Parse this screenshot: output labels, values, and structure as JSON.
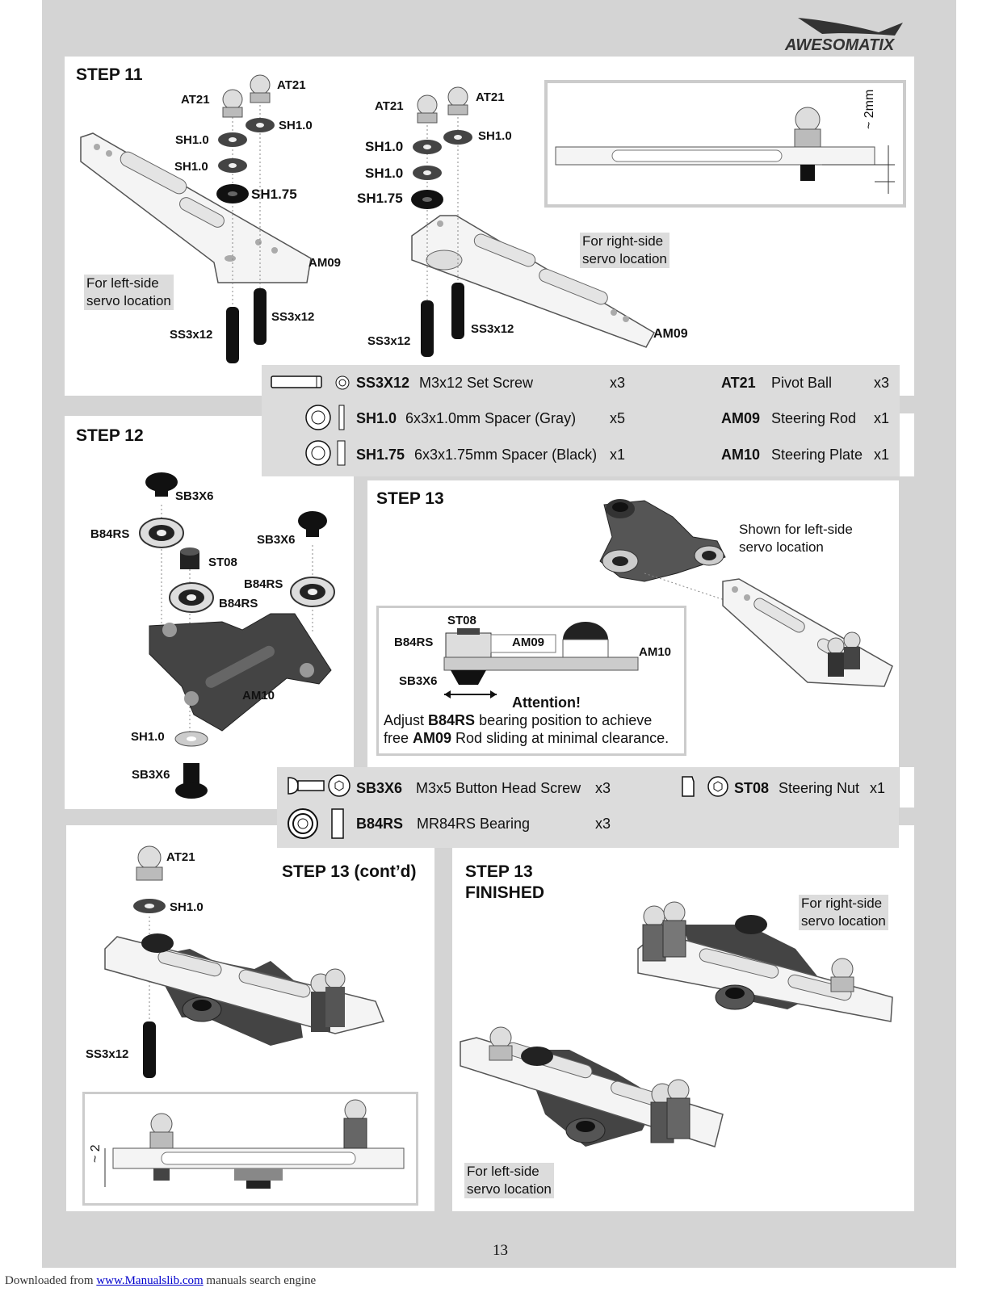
{
  "brand": "AWESOMATIX",
  "step11": {
    "title": "STEP 11",
    "labels": {
      "at21_a": "AT21",
      "at21_b": "AT21",
      "at21_c": "AT21",
      "at21_d": "AT21",
      "sh10_a": "SH1.0",
      "sh10_b": "SH1.0",
      "sh10_c": "SH1.0",
      "sh10_d": "SH1.0",
      "sh10_e": "SH1.0",
      "sh10_f": "SH1.0",
      "sh175_a": "SH1.75",
      "sh175_b": "SH1.75",
      "am09_a": "AM09",
      "am09_b": "AM09",
      "ss_a": "SS3x12",
      "ss_b": "SS3x12",
      "ss_c": "SS3x12",
      "ss_d": "SS3x12"
    },
    "note_left": "For left-side\nservo location",
    "note_right": "For right-side\nservo location",
    "detail_dim": "~ 2mm"
  },
  "parts1": [
    {
      "code": "SS3X12",
      "desc": "M3x12 Set Screw",
      "qty": "x3"
    },
    {
      "code": "SH1.0",
      "desc": "6x3x1.0mm Spacer (Gray)",
      "qty": "x5"
    },
    {
      "code": "SH1.75",
      "desc": "6x3x1.75mm Spacer (Black)",
      "qty": "x1"
    }
  ],
  "parts1_right": [
    {
      "code": "AT21",
      "desc": "Pivot Ball",
      "qty": "x3"
    },
    {
      "code": "AM09",
      "desc": "Steering Rod",
      "qty": "x1"
    },
    {
      "code": "AM10",
      "desc": "Steering Plate",
      "qty": "x1"
    }
  ],
  "step12": {
    "title": "STEP 12",
    "labels": {
      "sb_a": "SB3X6",
      "sb_b": "SB3X6",
      "sb_c": "SB3X6",
      "b84_a": "B84RS",
      "b84_b": "B84RS",
      "b84_c": "B84RS",
      "st08": "ST08",
      "am10": "AM10",
      "sh10": "SH1.0"
    }
  },
  "step13": {
    "title": "STEP 13",
    "note": "Shown for left-side\nservo location",
    "detail_labels": {
      "st08": "ST08",
      "b84rs": "B84RS",
      "am09": "AM09",
      "am10": "AM10",
      "sb3x6": "SB3X6"
    },
    "attention": "Attention!",
    "adjust_1": "Adjust ",
    "adjust_b1": "B84RS",
    "adjust_2": " bearing position to achieve",
    "adjust_3": "free ",
    "adjust_b2": "AM09",
    "adjust_4": " Rod sliding at minimal clearance."
  },
  "parts2": [
    {
      "code": "SB3X6",
      "desc": "M3x5 Button Head Screw",
      "qty": "x3"
    },
    {
      "code": "B84RS",
      "desc": "MR84RS Bearing",
      "qty": "x3"
    }
  ],
  "parts2_right": {
    "code": "ST08",
    "desc": "Steering Nut",
    "qty": "x1"
  },
  "step13b": {
    "title": "STEP 13 (cont’d)",
    "labels": {
      "at21": "AT21",
      "sh10": "SH1.0",
      "ss": "SS3x12"
    },
    "dim": "~ 2"
  },
  "step13f": {
    "title_1": "STEP 13",
    "title_2": "FINISHED",
    "note_right": "For right-side\nservo location",
    "note_left": "For left-side\nservo location"
  },
  "page_number": "13",
  "footer": {
    "prefix": "Downloaded from ",
    "link": "www.Manualslib.com",
    "suffix": " manuals search engine"
  }
}
